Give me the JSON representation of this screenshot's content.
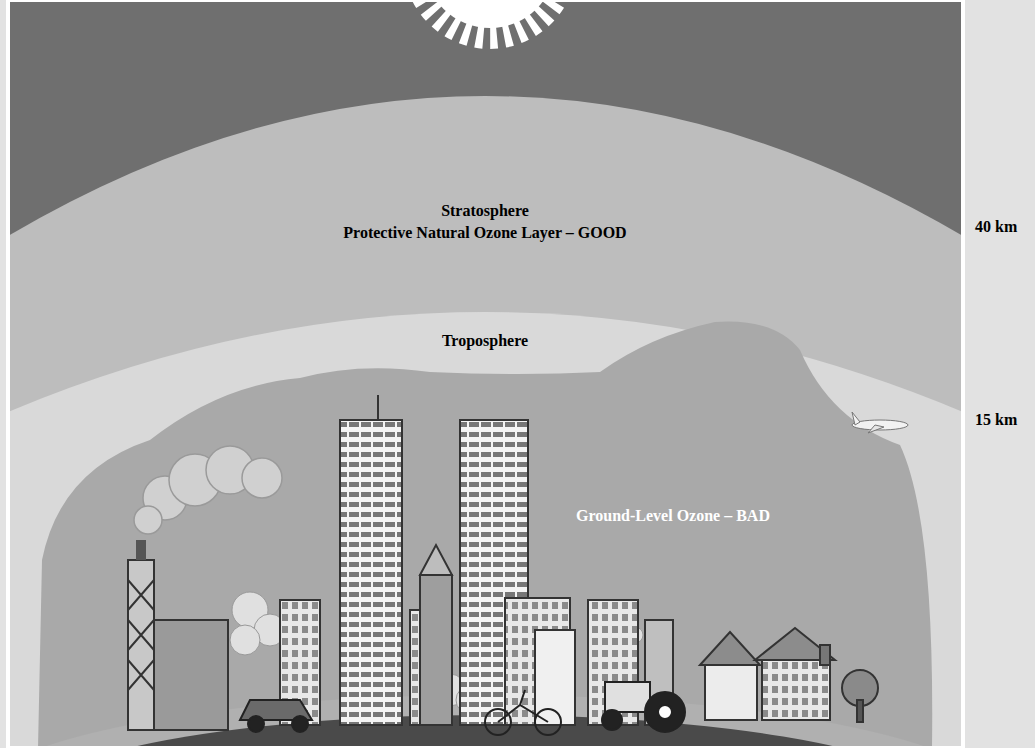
{
  "diagram": {
    "nodes": [
      {
        "text": [
          "Stratosphere",
          "Protective Natural Ozone Layer – GOOD"
        ]
      },
      {
        "text": [
          "Troposphere"
        ]
      },
      {
        "text": [
          "Ground-Level Ozone – BAD"
        ],
        "in": 1
      }
    ],
    "labels": [
      "40 km",
      "15 km"
    ]
  }
}
